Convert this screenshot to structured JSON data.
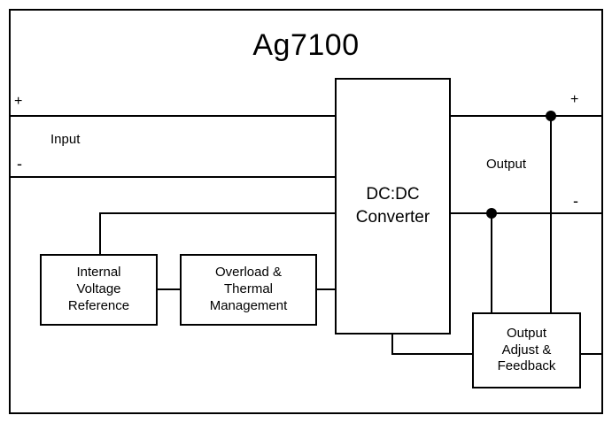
{
  "title": "Ag7100",
  "blocks": {
    "converter": "DC:DC\nConverter",
    "internal_voltage_reference": "Internal\nVoltage\nReference",
    "overload_thermal": "Overload &\nThermal\nManagement",
    "output_adjust_feedback": "Output\nAdjust &\nFeedback"
  },
  "labels": {
    "input_plus": "+",
    "input_minus": "-",
    "input": "Input",
    "output": "Output",
    "output_plus": "+",
    "output_minus": "-"
  },
  "colors": {
    "line": "#000000",
    "background": "#ffffff"
  }
}
